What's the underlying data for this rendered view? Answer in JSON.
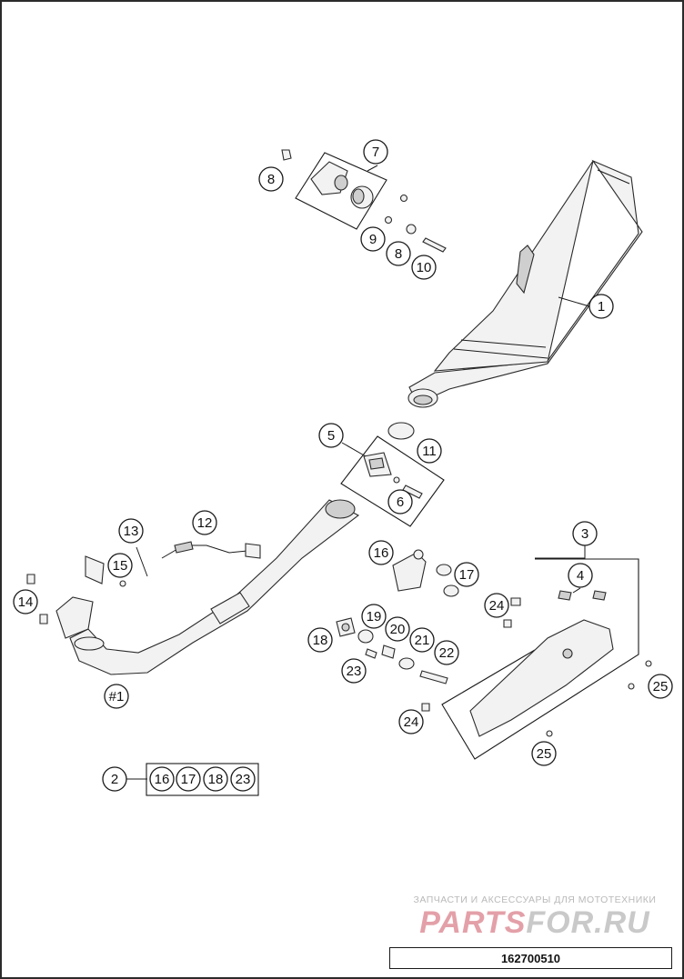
{
  "diagram": {
    "callouts": [
      {
        "id": "c1",
        "label": "1"
      },
      {
        "id": "c2",
        "label": "2"
      },
      {
        "id": "c3",
        "label": "3"
      },
      {
        "id": "c4",
        "label": "4"
      },
      {
        "id": "c5",
        "label": "5"
      },
      {
        "id": "c6",
        "label": "6"
      },
      {
        "id": "c7",
        "label": "7"
      },
      {
        "id": "c8a",
        "label": "8"
      },
      {
        "id": "c8b",
        "label": "8"
      },
      {
        "id": "c9",
        "label": "9"
      },
      {
        "id": "c10",
        "label": "10"
      },
      {
        "id": "c11",
        "label": "11"
      },
      {
        "id": "c12",
        "label": "12"
      },
      {
        "id": "c13",
        "label": "13"
      },
      {
        "id": "c14",
        "label": "14"
      },
      {
        "id": "c15",
        "label": "15"
      },
      {
        "id": "c16",
        "label": "16"
      },
      {
        "id": "c17",
        "label": "17"
      },
      {
        "id": "c18",
        "label": "18"
      },
      {
        "id": "c19",
        "label": "19"
      },
      {
        "id": "c20",
        "label": "20"
      },
      {
        "id": "c21",
        "label": "21"
      },
      {
        "id": "c22",
        "label": "22"
      },
      {
        "id": "c23",
        "label": "23"
      },
      {
        "id": "c24a",
        "label": "24"
      },
      {
        "id": "c24b",
        "label": "24"
      },
      {
        "id": "c25a",
        "label": "25"
      },
      {
        "id": "c25b",
        "label": "25"
      },
      {
        "id": "c1h",
        "label": "#1"
      }
    ],
    "kit_group": {
      "label": "2",
      "items": [
        "16",
        "17",
        "18",
        "23"
      ]
    }
  },
  "watermark": {
    "tagline": "ЗАПЧАСТИ И АКСЕССУАРЫ ДЛЯ МОТОТЕХНИКИ",
    "logo_part1": "PARTS",
    "logo_part2": "FOR.RU"
  },
  "drawing_code": "162700510",
  "colors": {
    "line": "#1a1a1a",
    "watermark_red": "#e3a0a8",
    "watermark_gray": "#c9c9c9"
  }
}
